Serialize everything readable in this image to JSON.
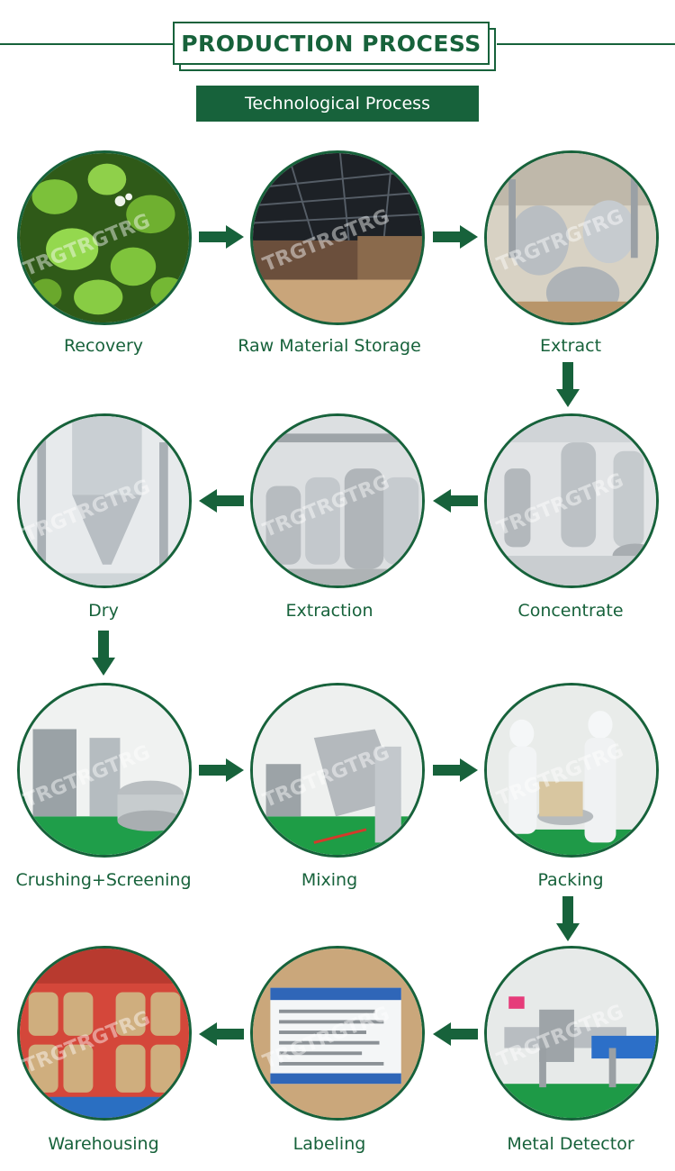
{
  "header": {
    "title": "PRODUCTION PROCESS",
    "subtitle": "Technological Process"
  },
  "watermark": "TRGTRGTRG",
  "colors": {
    "brand_green": "#17623b",
    "white": "#ffffff"
  },
  "steps": [
    {
      "label": "Recovery",
      "image": "green-leaves-photo"
    },
    {
      "label": "Raw Material Storage",
      "image": "storage-warehouse-photo"
    },
    {
      "label": "Extract",
      "image": "extraction-tanks-photo"
    },
    {
      "label": "Concentrate",
      "image": "concentration-equipment-photo"
    },
    {
      "label": "Extraction",
      "image": "steel-tanks-photo"
    },
    {
      "label": "Dry",
      "image": "spray-dryer-photo"
    },
    {
      "label": "Crushing+Screening",
      "image": "crusher-screen-photo"
    },
    {
      "label": "Mixing",
      "image": "mixer-machine-photo"
    },
    {
      "label": "Packing",
      "image": "workers-packing-photo"
    },
    {
      "label": "Metal Detector",
      "image": "metal-detector-photo"
    },
    {
      "label": "Labeling",
      "image": "product-label-photo"
    },
    {
      "label": "Warehousing",
      "image": "drums-warehouse-photo"
    }
  ]
}
